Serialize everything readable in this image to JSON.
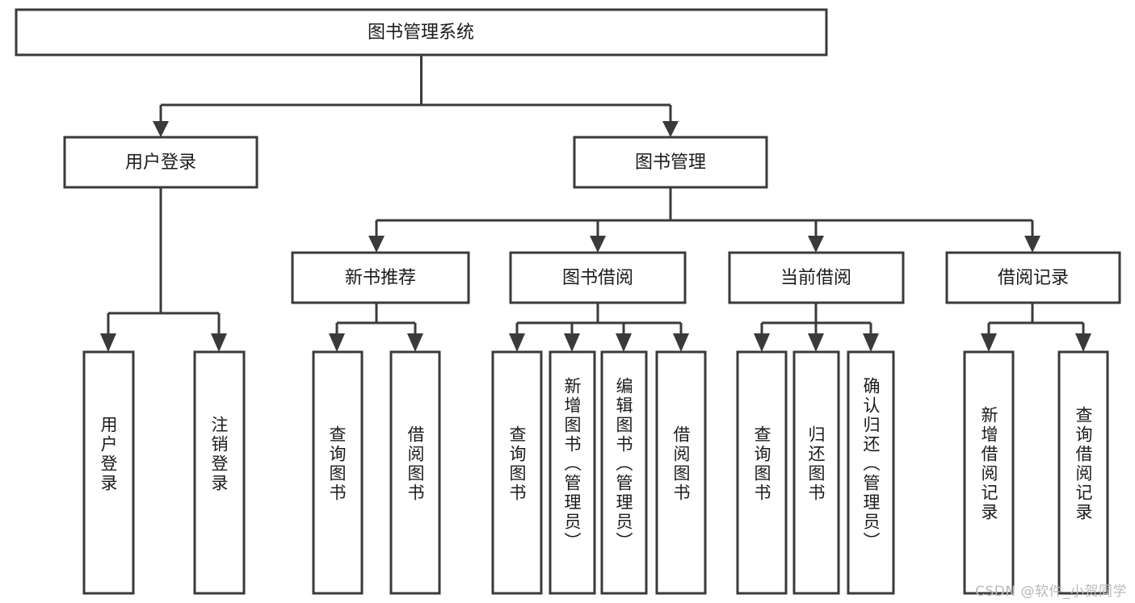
{
  "diagram": {
    "kind": "hierarchy-tree",
    "title": "图书管理系统",
    "colors": {
      "stroke": "#3a3a3a",
      "box_fill": "#ffffff",
      "text": "#1b1b1b",
      "background": "#ffffff",
      "watermark": "#b9b9b9"
    },
    "root": {
      "label": "图书管理系统"
    },
    "level2": [
      {
        "label": "用户登录"
      },
      {
        "label": "图书管理"
      }
    ],
    "level3": [
      {
        "label": "新书推荐"
      },
      {
        "label": "图书借阅"
      },
      {
        "label": "当前借阅"
      },
      {
        "label": "借阅记录"
      }
    ],
    "leaves": {
      "user_login": [
        {
          "label": "用户登录"
        },
        {
          "label": "注销登录"
        }
      ],
      "new_book_recommend": [
        {
          "label": "查询图书"
        },
        {
          "label": "借阅图书"
        }
      ],
      "book_borrow": [
        {
          "label": "查询图书"
        },
        {
          "label": "新增图书（管理员）"
        },
        {
          "label": "编辑图书（管理员）"
        },
        {
          "label": "借阅图书"
        }
      ],
      "current_borrow": [
        {
          "label": "查询图书"
        },
        {
          "label": "归还图书"
        },
        {
          "label": "确认归还（管理员）"
        }
      ],
      "borrow_record": [
        {
          "label": "新增借阅记录"
        },
        {
          "label": "查询借阅记录"
        }
      ]
    }
  },
  "watermark": {
    "text": "CSDN @软件_小贺同学"
  }
}
